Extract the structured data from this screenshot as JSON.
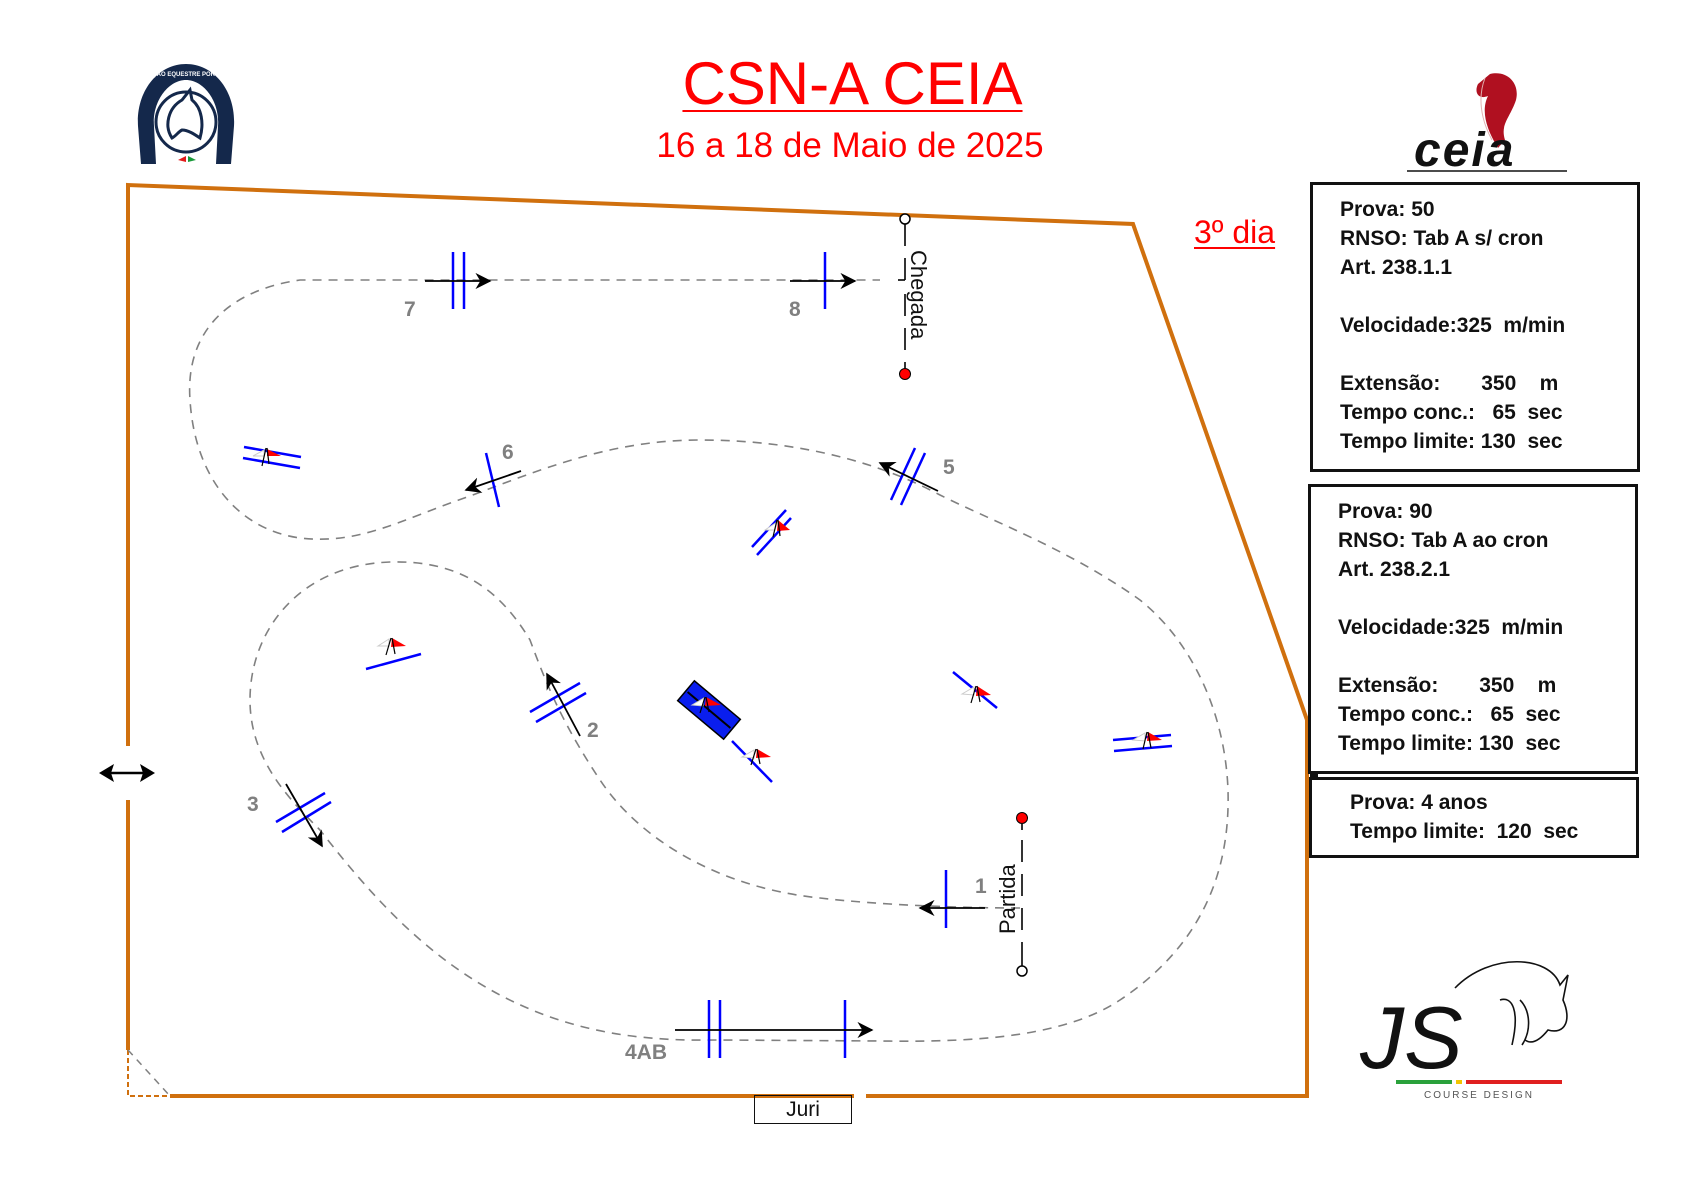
{
  "header": {
    "title": "CSN-A CEIA",
    "subtitle": "16 a 18 de Maio de 2025",
    "day": "3º dia",
    "title_color": "#ff0000"
  },
  "logos": {
    "left": {
      "name": "Federação Equestre Portuguesa",
      "ring_text": "FEDERAÇÃO EQUESTRE PORTUGUESA"
    },
    "right": {
      "name": "ceia",
      "text": "ceia"
    },
    "bottom": {
      "name": "JS Course Design",
      "monogram": "JS",
      "tagline": "COURSE DESIGN"
    }
  },
  "info_boxes": [
    {
      "id": "prova-50",
      "lines": [
        "Prova: 50",
        "RNSO: Tab A s/ cron",
        "Art. 238.1.1",
        "",
        "Velocidade:325  m/min",
        "",
        "Extensão:       350    m",
        "Tempo conc.:   65  sec",
        "Tempo limite: 130  sec"
      ]
    },
    {
      "id": "prova-90",
      "lines": [
        "Prova: 90",
        "RNSO: Tab A ao cron",
        "Art. 238.2.1",
        "",
        "Velocidade:325  m/min",
        "",
        "Extensão:       350    m",
        "Tempo conc.:   65  sec",
        "Tempo limite: 130  sec"
      ]
    },
    {
      "id": "prova-4-anos",
      "lines": [
        "Prova: 4 anos",
        "Tempo limite:  120  sec"
      ]
    }
  ],
  "course": {
    "start_label": "Partida",
    "finish_label": "Chegada",
    "jury_label": "Juri",
    "obstacles": [
      {
        "number": "1",
        "type": "vertical"
      },
      {
        "number": "2",
        "type": "oxer"
      },
      {
        "number": "3",
        "type": "oxer"
      },
      {
        "number": "4AB",
        "type": "combination"
      },
      {
        "number": "5",
        "type": "oxer"
      },
      {
        "number": "6",
        "type": "vertical"
      },
      {
        "number": "7",
        "type": "oxer"
      },
      {
        "number": "8",
        "type": "vertical"
      }
    ],
    "colors": {
      "arena_border": "#d0700e",
      "fence": "#0000ff",
      "path": "#808080",
      "flag": "#ff0000",
      "water": "#0a1eee"
    }
  }
}
